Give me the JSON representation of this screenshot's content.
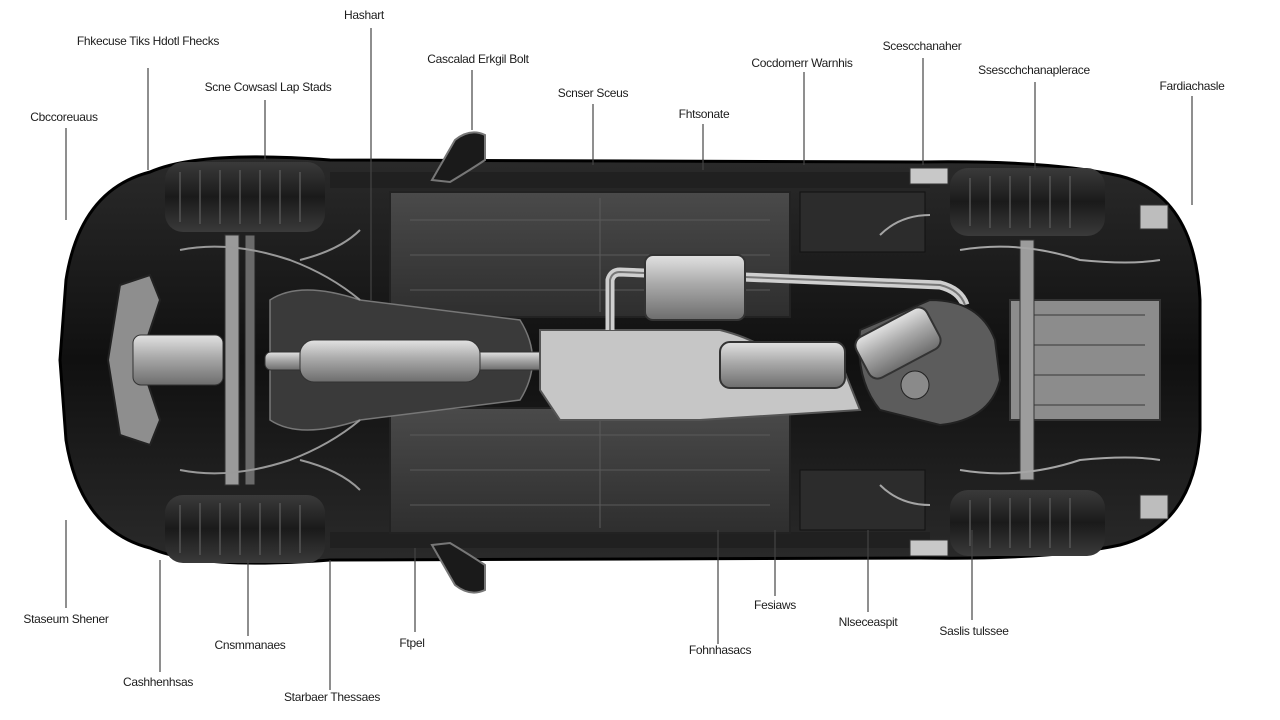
{
  "diagram": {
    "top_labels": [
      "Fhkecuse Tiks Hdotl Fhecks",
      "Hashart",
      "Cascalad Erkgil Bolt",
      "Scne Cowsasl Lap Stads",
      "Scnser Sceus",
      "Cbccoreuaus",
      "Fhtsonate",
      "Cocdomerr Warnhis",
      "Scescchanaher",
      "Ssescchchanaplerace",
      "Fardiachasle"
    ],
    "bottom_labels": [
      "Staseum Shener",
      "Cashhenhsas",
      "Cnsmmanaes",
      "Starbaer Thessaes",
      "Ftpel",
      "Fohnhasacs",
      "Fesiaws",
      "Nlseceaspit",
      "Saslis tulssee"
    ]
  },
  "colors": {
    "background": "#ffffff",
    "body": "#161616",
    "floor_panel": "#3b3b3b",
    "metal": "#b9b9b9",
    "label": "#1c1c1c",
    "leader": "#444444"
  }
}
